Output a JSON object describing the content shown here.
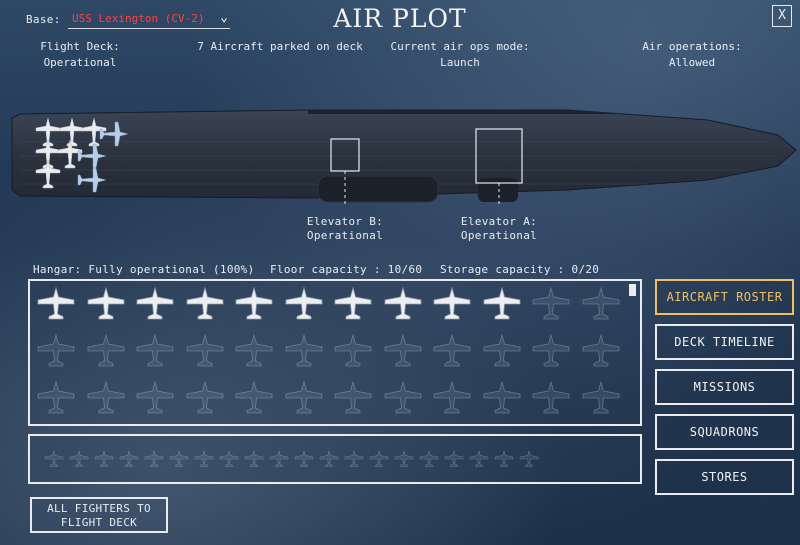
{
  "header": {
    "base_label": "Base:",
    "base_value": "USS Lexington (CV-2)",
    "title": "AIR PLOT",
    "close_label": "X"
  },
  "status": {
    "flight_deck_label": "Flight Deck:",
    "flight_deck_value": "Operational",
    "parked": "7 Aircraft parked on deck",
    "ops_mode_label": "Current air ops mode:",
    "ops_mode_value": "Launch",
    "air_ops_label": "Air operations:",
    "air_ops_value": "Allowed"
  },
  "elevators": [
    {
      "label": "Elevator B:",
      "status": "Operational"
    },
    {
      "label": "Elevator A:",
      "status": "Operational"
    }
  ],
  "hangar": {
    "status": "Hangar: Fully operational (100%)",
    "floor_capacity": "Floor capacity : 10/60",
    "storage_capacity": "Storage capacity : 0/20",
    "floor_used": 10,
    "floor_total": 60,
    "storage_used": 0,
    "storage_total": 20
  },
  "deck_aircraft": {
    "white_count": 6,
    "blue_count": 3
  },
  "side_buttons": [
    {
      "label": "AIRCRAFT ROSTER",
      "active": true
    },
    {
      "label": "DECK TIMELINE",
      "active": false
    },
    {
      "label": "MISSIONS",
      "active": false
    },
    {
      "label": "SQUADRONS",
      "active": false
    },
    {
      "label": "STORES",
      "active": false
    }
  ],
  "actions": {
    "all_fighters_line1": "ALL FIGHTERS TO",
    "all_fighters_line2": "FLIGHT DECK"
  },
  "colors": {
    "accent": "#f0c060",
    "base_text": "#ff4040",
    "panel_border": "#e8ecf1"
  }
}
